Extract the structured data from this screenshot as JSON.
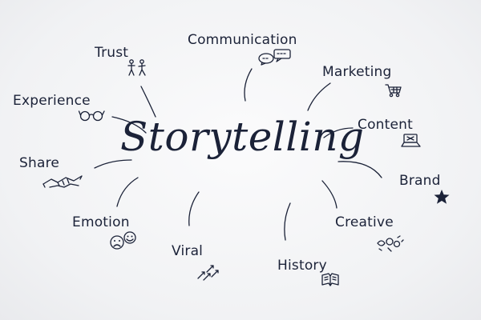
{
  "center": "Storytelling",
  "nodes": {
    "trust": "Trust",
    "communication": "Communication",
    "marketing": "Marketing",
    "content": "Content",
    "brand": "Brand",
    "creative": "Creative",
    "history": "History",
    "viral": "Viral",
    "emotion": "Emotion",
    "share": "Share",
    "experience": "Experience"
  }
}
